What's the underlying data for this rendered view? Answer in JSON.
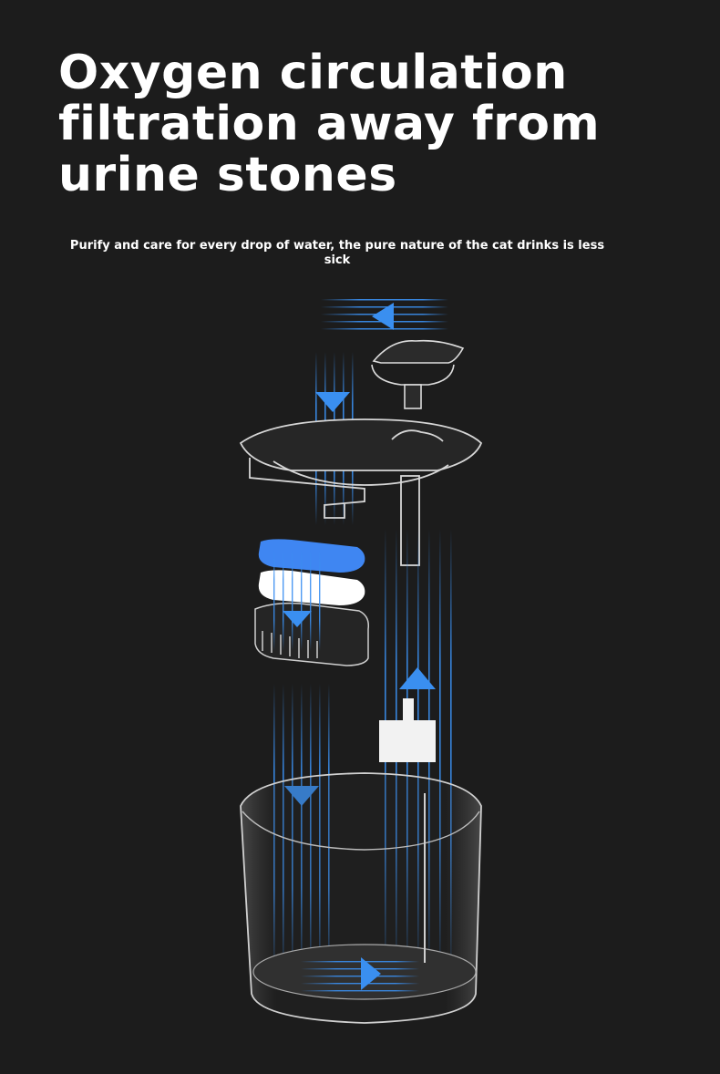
{
  "headline": {
    "line1": "Oxygen circulation",
    "line2": "filtration away from",
    "line3": "urine stones"
  },
  "subtitle": "Purify and care for every drop of water, the pure nature of the cat drinks is less sick",
  "colors": {
    "background": "#1c1c1c",
    "flow_blue": "#3a8ff0",
    "filter_blue": "#3f86f2",
    "filter_white": "#ffffff"
  },
  "icons": [
    "flow-arrow-left-icon",
    "flow-arrow-down-icon",
    "flow-arrow-up-icon",
    "flow-arrow-right-icon"
  ]
}
